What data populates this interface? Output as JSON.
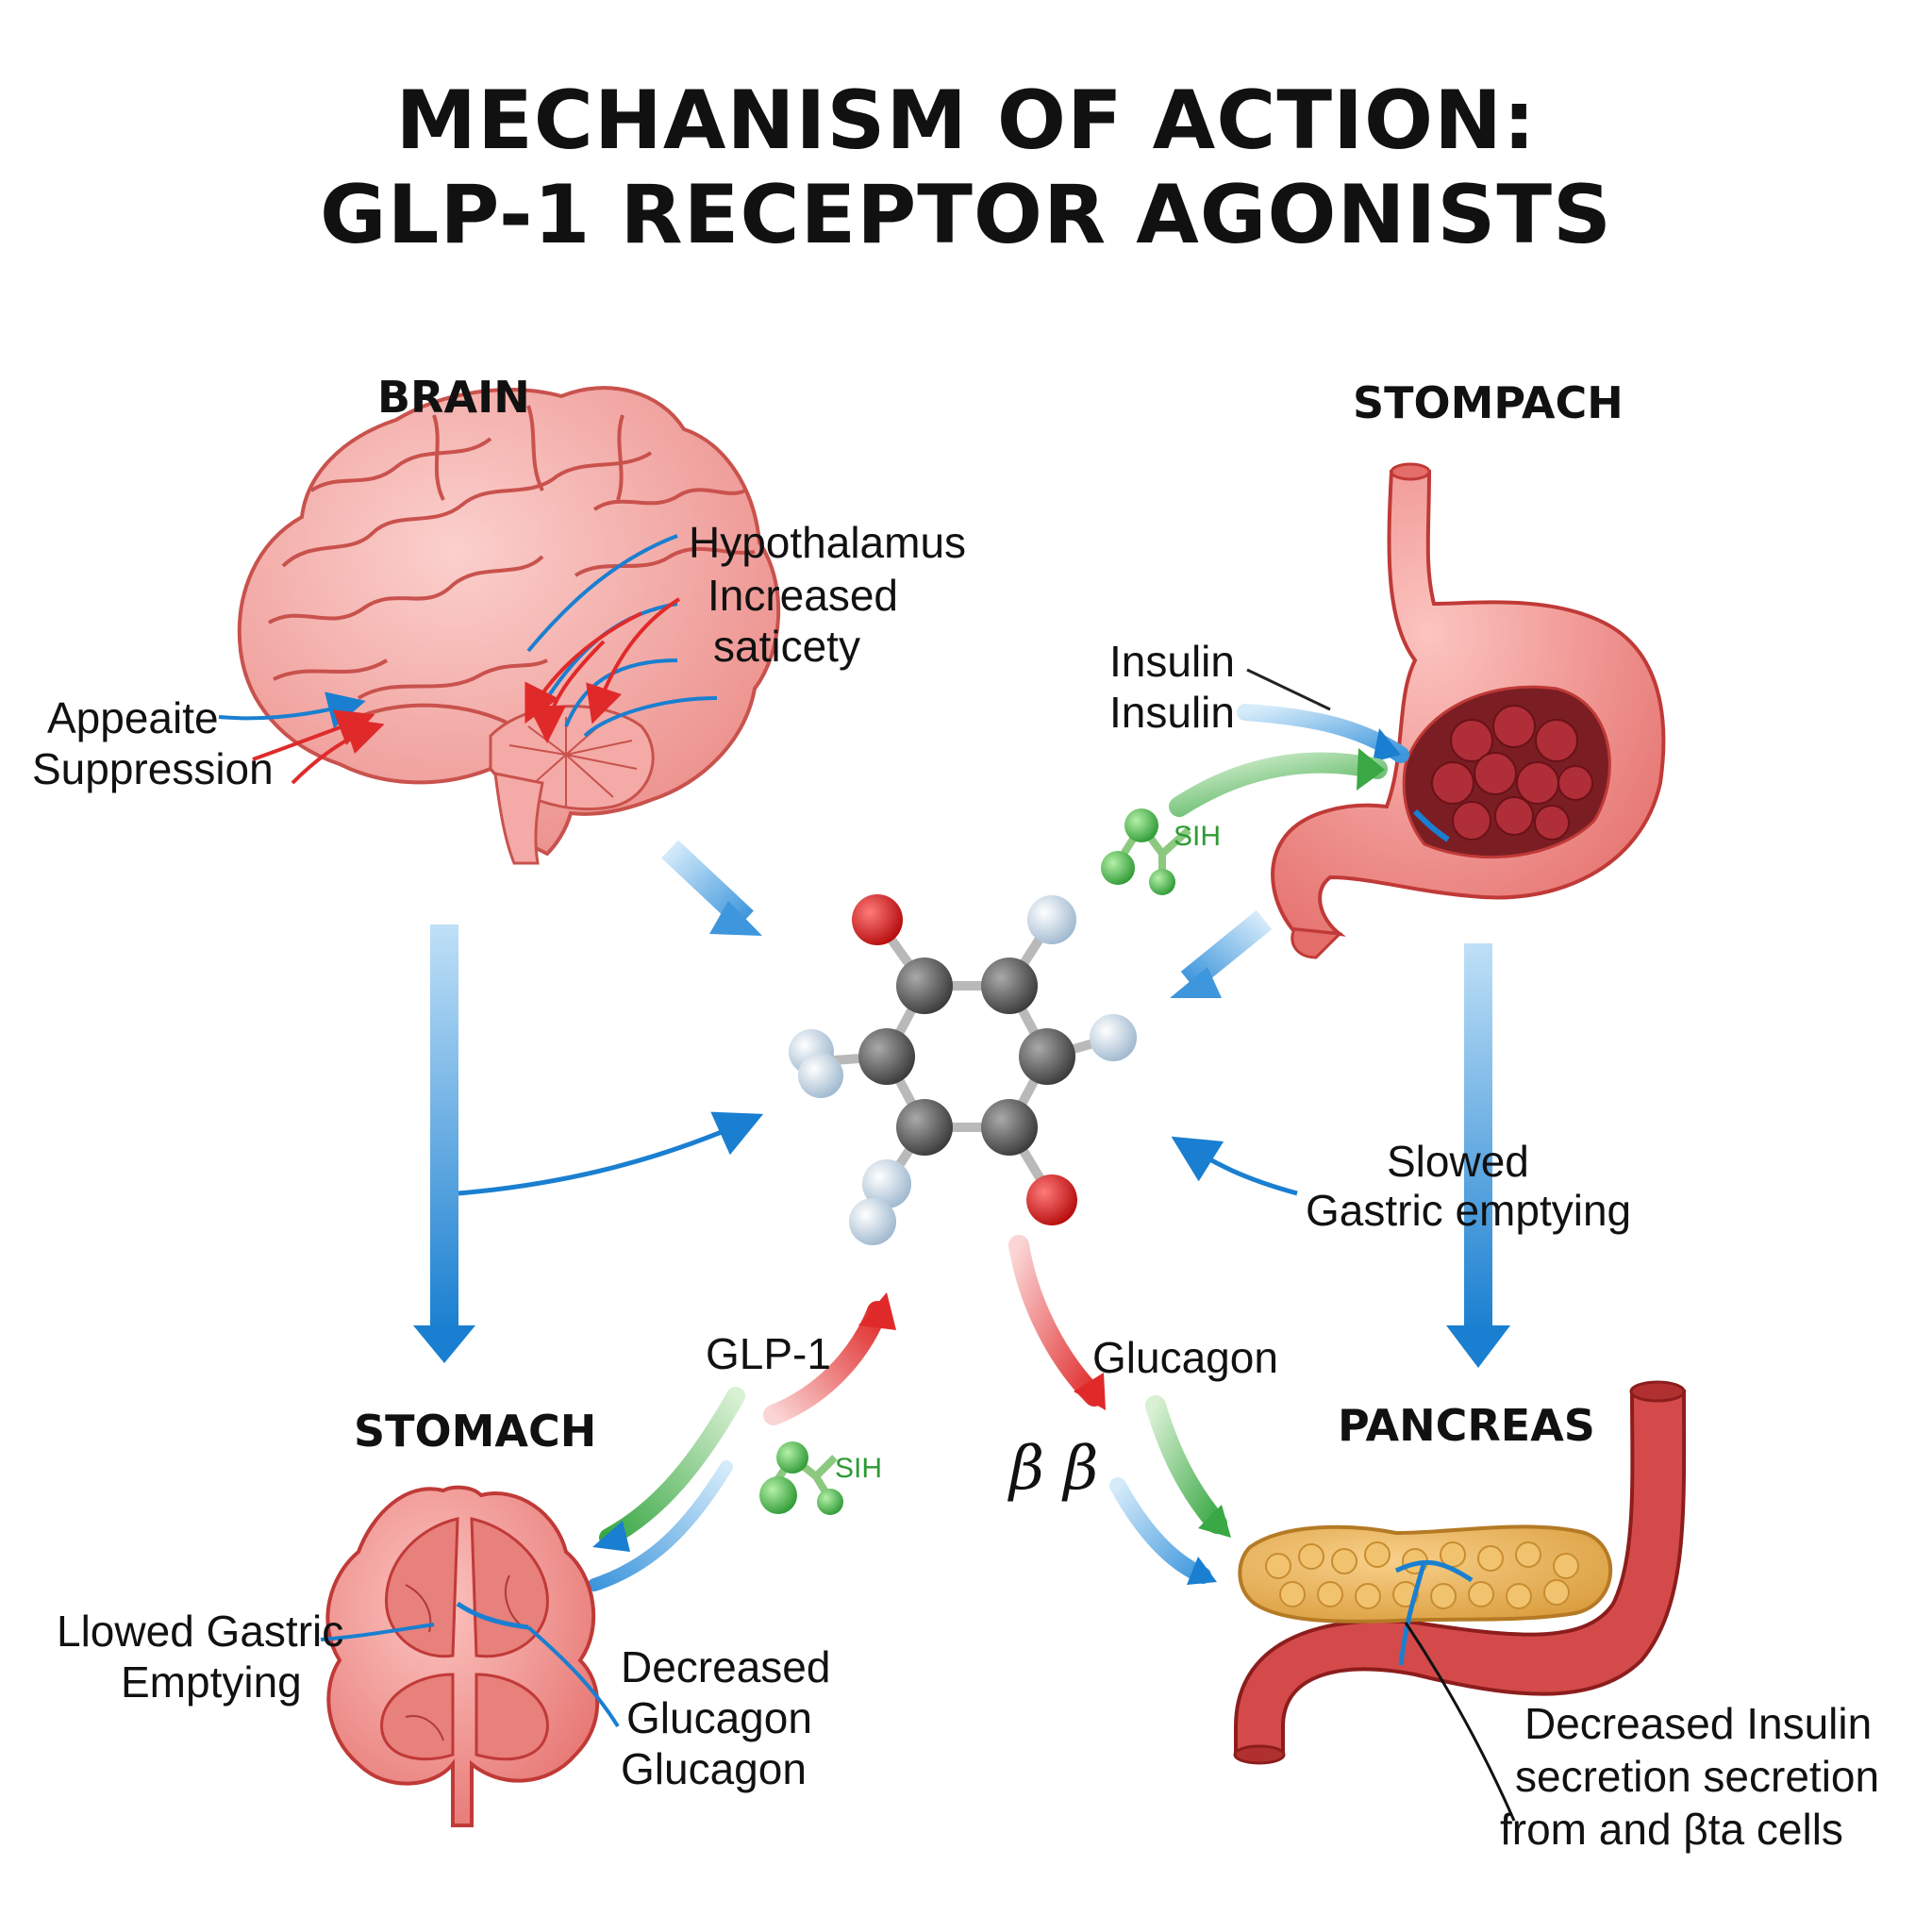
{
  "title": {
    "line1": "MECHANISM OF ACTION:",
    "line2": "GLP-1 RECEPTOR AGONISTS"
  },
  "sections": {
    "brain": "BRAIN",
    "stomach_top": "STOMPACH",
    "stomach_bottom": "STOMACH",
    "pancreas": "PANCREAS"
  },
  "labels": {
    "hypothalamus": "Hypothalamus",
    "increased": "Increased",
    "satiety": "saticety",
    "appetite": "Appeaite",
    "suppression": "Suppression",
    "insulin_1": "Insulin",
    "insulin_2": "Insulin",
    "slowed": "Slowed",
    "gastric_emptying": "Gastric emptying",
    "glp1": "GLP-1",
    "glucagon": "Glucagon",
    "llowed_gastric": "Llowed Gastric",
    "emptying": "Emptying",
    "decreased": "Decreased",
    "glucagon_2": "Glucagon",
    "glucagon_3": "Glucagon",
    "dec_insulin": "Decreased Insulin",
    "secretion": "secretion secretion",
    "from_beta": "from and βta cells",
    "sh_1": "SIH",
    "sh_2": "SIH",
    "beta_symbols": "β β"
  },
  "colors": {
    "blue_arrow": "#1a7fd0",
    "red_arrow": "#e02a2a",
    "green_arrow": "#3aa845",
    "organ_pink": "#f08a88",
    "oxygen": "#d41414",
    "carbon": "#555555",
    "hydrogen": "#c8d8e8",
    "pancreas": "#e7ad4d"
  }
}
